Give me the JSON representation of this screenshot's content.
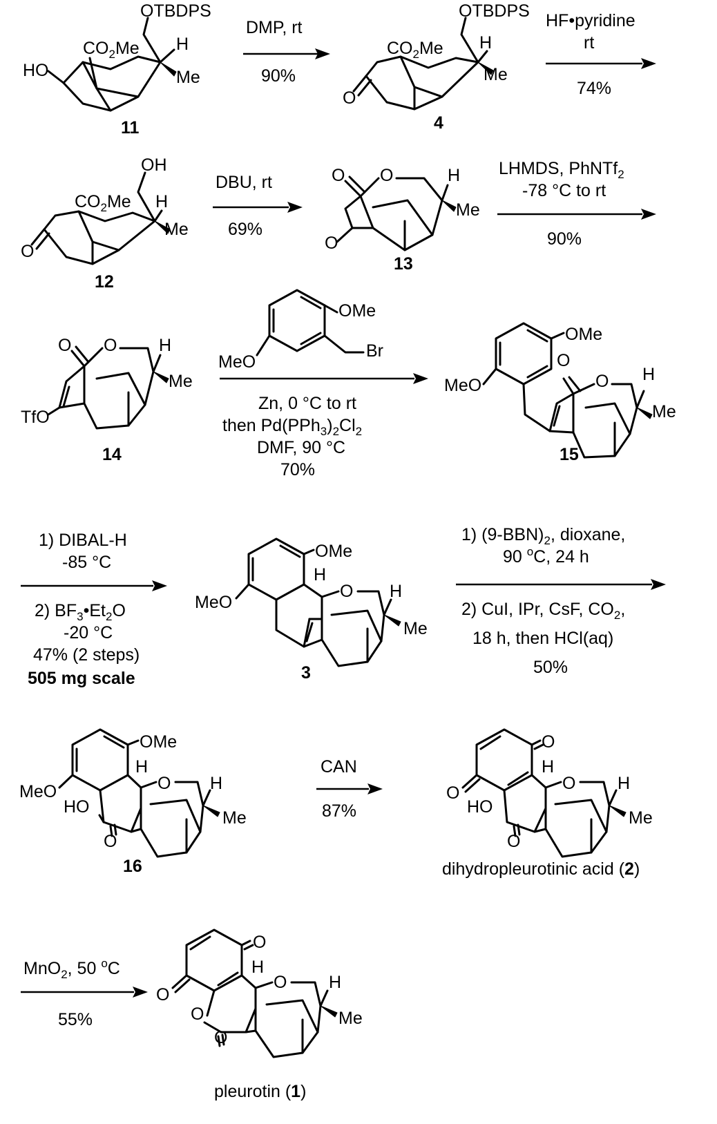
{
  "atoms": {
    "otbdps": "OTBDPS",
    "co2me": "CO",
    "co2me_sub": "2",
    "co2me_tail": "Me",
    "h": "H",
    "me": "Me",
    "ho": "HO",
    "o": "O",
    "oh": "OH",
    "tfo": "TfO",
    "ome": "OMe",
    "meo": "MeO",
    "br": "Br"
  },
  "compounds": {
    "c11": "11",
    "c4": "4",
    "c12": "12",
    "c13": "13",
    "c14": "14",
    "c15": "15",
    "c3": "3",
    "c16": "16",
    "c2_prefix": "dihydropleurotinic acid (",
    "c2_num": "2",
    "c2_suffix": ")",
    "c1_prefix": "pleurotin (",
    "c1_num": "1",
    "c1_suffix": ")"
  },
  "steps": {
    "s1_reagent": "DMP, rt",
    "s1_yield": "90%",
    "s2_reagent_line1": "HF•pyridine",
    "s2_reagent_line2": "rt",
    "s2_yield": "74%",
    "s3_reagent": "DBU, rt",
    "s3_yield": "69%",
    "s4_reagent_line1": "LHMDS, PhNTf",
    "s4_reagent_sub": "2",
    "s4_reagent_line2": "-78 °C to rt",
    "s4_yield": "90%",
    "s5_line1": "Zn, 0 °C to rt",
    "s5_line2_pre": "then Pd(PPh",
    "s5_line2_sub1": "3",
    "s5_line2_mid": ")",
    "s5_line2_sub2": "2",
    "s5_line2_post": "Cl",
    "s5_line2_sub3": "2",
    "s5_line3": "DMF, 90 °C",
    "s5_yield": "70%",
    "s6_line1": "1) DIBAL-H",
    "s6_line2": "-85 °C",
    "s6_line3_pre": "2) BF",
    "s6_line3_sub1": "3",
    "s6_line3_mid": "•Et",
    "s6_line3_sub2": "2",
    "s6_line3_post": "O",
    "s6_line4": "-20 °C",
    "s6_line5": "47% (2 steps)",
    "s6_line6": "505 mg scale",
    "s7_line1_pre": "1) (9-BBN)",
    "s7_line1_sub": "2",
    "s7_line1_post": ", dioxane,",
    "s7_line2_pre": "90 ",
    "s7_line2_sup": "o",
    "s7_line2_post": "C, 24 h",
    "s7_line3_pre": "2) CuI, IPr, CsF, CO",
    "s7_line3_sub": "2",
    "s7_line3_post": ",",
    "s7_line4": "18 h, then HCl(aq)",
    "s7_yield": "50%",
    "s8_reagent": "CAN",
    "s8_yield": "87%",
    "s9_reagent_pre": "MnO",
    "s9_reagent_sub": "2",
    "s9_reagent_mid": ", 50 ",
    "s9_reagent_sup": "o",
    "s9_reagent_post": "C",
    "s9_yield": "55%"
  }
}
